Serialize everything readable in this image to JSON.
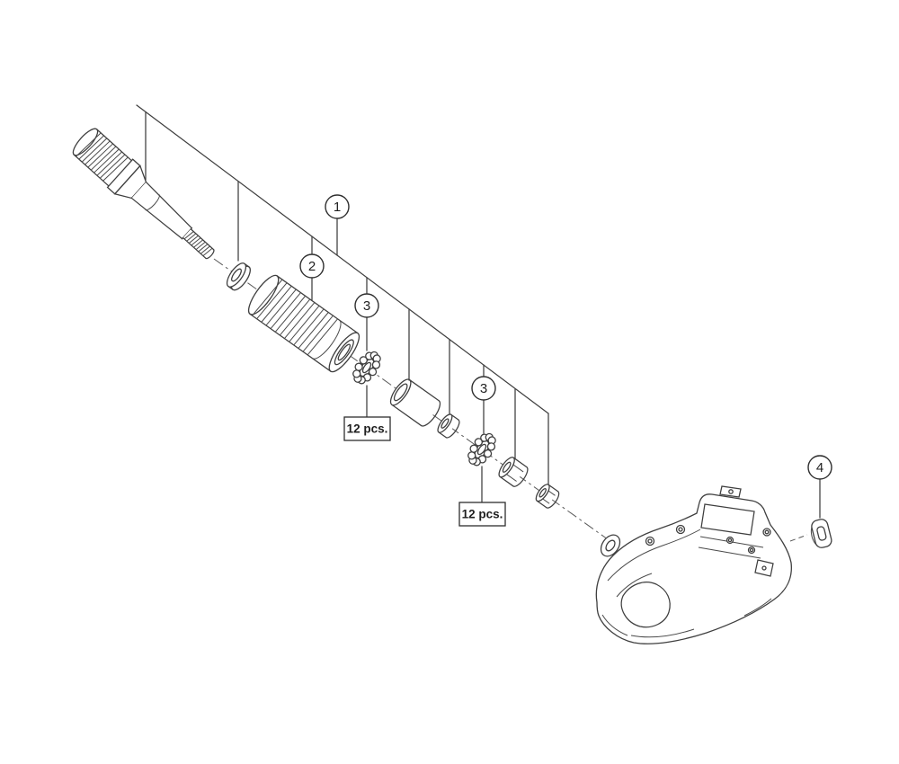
{
  "figure": {
    "kind": "exploded-parts-diagram",
    "background_color": "#ffffff",
    "line_color": "#3f3f3f",
    "callouts": {
      "c1": {
        "label": "1"
      },
      "c2": {
        "label": "2"
      },
      "c3a": {
        "label": "3"
      },
      "c3b": {
        "label": "3"
      },
      "c4": {
        "label": "4"
      }
    },
    "quantity_labels": {
      "q1": {
        "text": "12 pcs."
      },
      "q2": {
        "text": "12 pcs."
      }
    }
  }
}
